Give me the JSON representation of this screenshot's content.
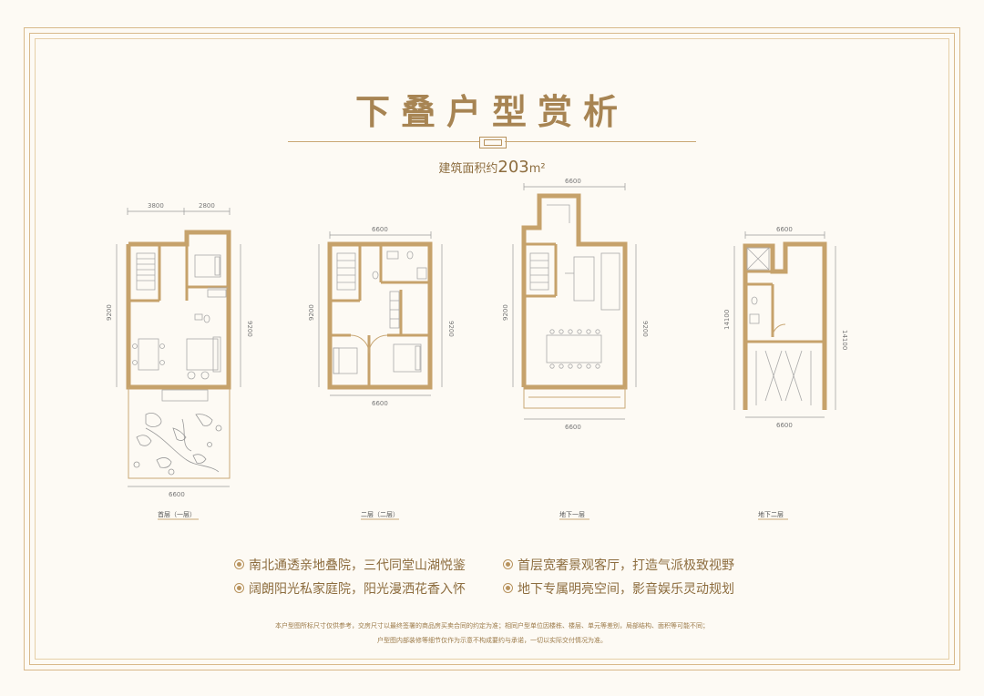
{
  "title": "下叠户型赏析",
  "area_label": "建筑面积约",
  "area_value": "203",
  "area_unit": "m²",
  "plans": [
    {
      "label": "首层（一层）",
      "dims": {
        "top_a": "3800",
        "top_b": "2800",
        "left": "9200",
        "right": "9200",
        "bottom": "6600"
      }
    },
    {
      "label": "二层（二层）",
      "dims": {
        "top": "6600",
        "left": "9200",
        "right": "9200",
        "bottom": "6600"
      }
    },
    {
      "label": "地下一层",
      "dims": {
        "top": "6600",
        "left": "9200",
        "right": "9200",
        "bottom": "6600"
      }
    },
    {
      "label": "地下二层",
      "dims": {
        "top": "6600",
        "left": "14100",
        "right": "14100",
        "bottom": "6600"
      }
    }
  ],
  "features": {
    "left": [
      "南北通透亲地叠院，三代同堂山湖悦鉴",
      "阔朗阳光私家庭院，阳光漫洒花香入怀"
    ],
    "right": [
      "首层宽奢景观客厅，打造气派极致视野",
      "地下专属明亮空间，影音娱乐灵动规划"
    ]
  },
  "disclaimer": {
    "line1": "本户型图所标尺寸仅供参考，交房尺寸以最终签署的商品房买卖合同的约定为准；相同户型单位因楼栋、楼层、单元等差别，局部结构、面积等可能不同；",
    "line2": "户型图内部装修等细节仅作为示意不构成要约与承诺，一切以实际交付情况为准。"
  }
}
